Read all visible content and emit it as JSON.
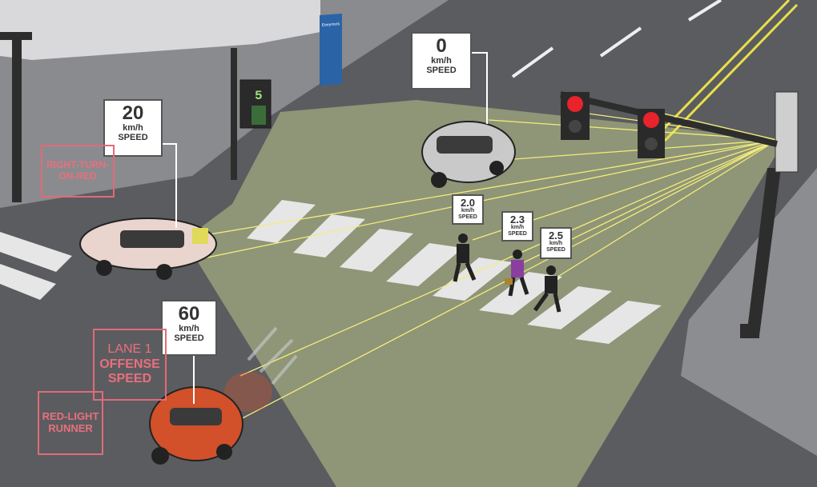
{
  "speed_tags": [
    {
      "id": "car-stopped",
      "value": "0",
      "unit": "km/h",
      "label": "SPEED"
    },
    {
      "id": "car-turning",
      "value": "20",
      "unit": "km/h",
      "label": "SPEED"
    },
    {
      "id": "car-speeding",
      "value": "60",
      "unit": "km/h",
      "label": "SPEED"
    },
    {
      "id": "pedestrian-1",
      "value": "2.0",
      "unit": "km/h",
      "label": "SPEED"
    },
    {
      "id": "pedestrian-2",
      "value": "2.3",
      "unit": "km/h",
      "label": "SPEED"
    },
    {
      "id": "pedestrian-3",
      "value": "2.5",
      "unit": "km/h",
      "label": "SPEED"
    }
  ],
  "violation_labels": {
    "right_turn_on_red": [
      "RIGHT-TURN-",
      "ON-RED"
    ],
    "lane_offense": [
      "LANE 1",
      "OFFENSE",
      "SPEED"
    ],
    "red_light_runner": [
      "RED-LIGHT",
      "RUNNER"
    ]
  },
  "pedestrian_signal_countdown": "5",
  "street_sign_text": "Eeeymots",
  "colors": {
    "road": "#5b5c5f",
    "sidewalk": "#8c8d90",
    "detection_zone": "#b9c48a",
    "sensor_beam": "#f4ec7a",
    "violation": "#e06b78",
    "signal_red": "#e8232b",
    "speeding_car": "#d2502a"
  }
}
